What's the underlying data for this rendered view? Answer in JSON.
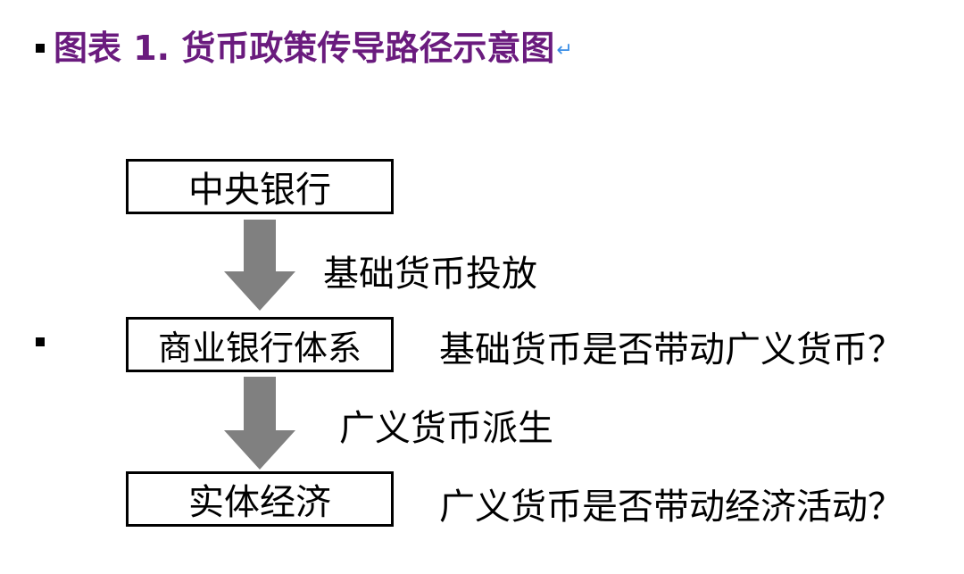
{
  "header": {
    "title": "图表 1. 货币政策传导路径示意图",
    "title_color": "#6a1b7e",
    "return_mark": "↵"
  },
  "nodes": [
    {
      "id": "central_bank",
      "label": "中央银行"
    },
    {
      "id": "commercial_banks",
      "label": "商业银行体系"
    },
    {
      "id": "real_economy",
      "label": "实体经济"
    }
  ],
  "edges": [
    {
      "from": "central_bank",
      "to": "commercial_banks",
      "label": "基础货币投放"
    },
    {
      "from": "commercial_banks",
      "to": "real_economy",
      "label": "广义货币派生"
    }
  ],
  "questions": [
    "基础货币是否带动广义货币？",
    "广义货币是否带动经济活动？"
  ],
  "colors": {
    "arrow": "#808080",
    "box_border": "#000000",
    "text": "#000000",
    "return_mark": "#3a8ee6"
  }
}
